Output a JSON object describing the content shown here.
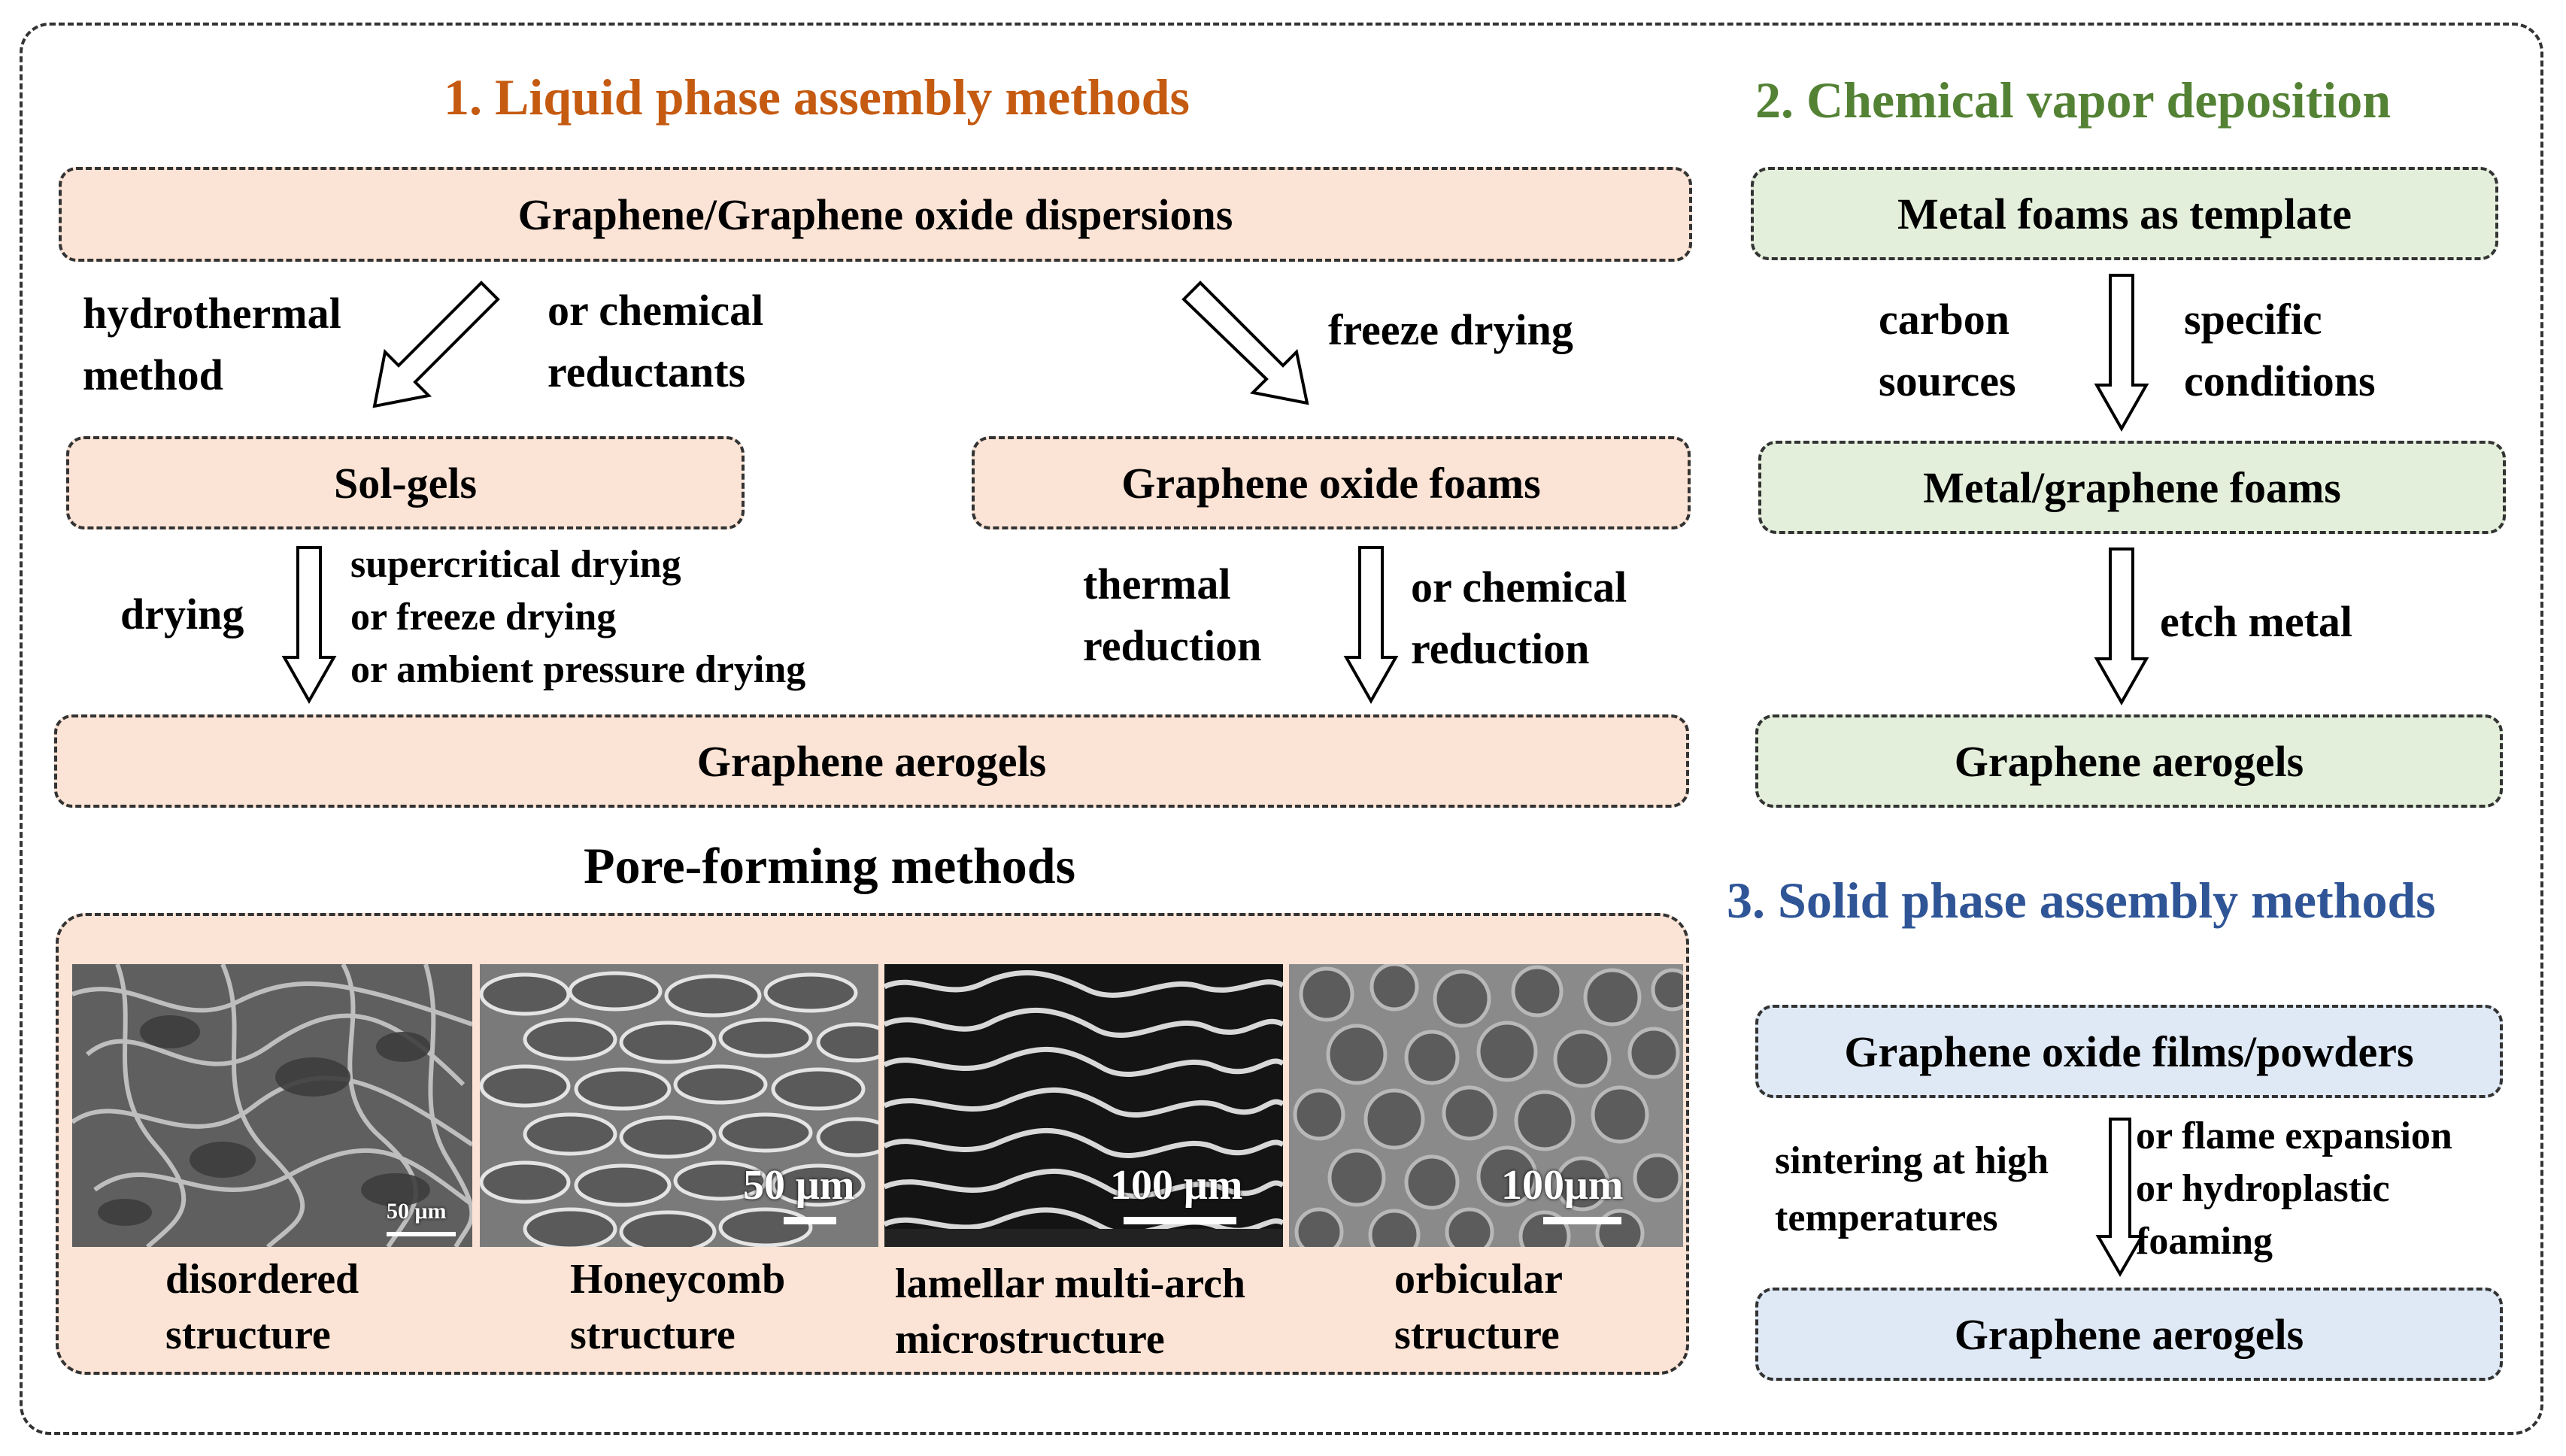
{
  "colors": {
    "liquid_title": "#c55a11",
    "cvd_title": "#548235",
    "solid_title": "#2f5597",
    "peach_fill": "#fbe3d5",
    "green_fill": "#e3efdb",
    "blue_fill": "#dfe9f5"
  },
  "liquid": {
    "title": "1. Liquid phase assembly methods",
    "dispersions": "Graphene/Graphene oxide dispersions",
    "left_arrow_label": [
      "hydrothermal",
      "method"
    ],
    "left_arrow_label_right": [
      "or chemical",
      "reductants"
    ],
    "right_arrow_label": "freeze drying",
    "solgels": "Sol-gels",
    "go_foams": "Graphene oxide foams",
    "drying_label": "drying",
    "drying_methods": [
      "supercritical drying",
      "or freeze drying",
      "or ambient pressure drying"
    ],
    "thermal_label": [
      "thermal",
      "reduction"
    ],
    "chemical_label": [
      "or chemical",
      "reduction"
    ],
    "aerogels": "Graphene aerogels"
  },
  "pore": {
    "title": "Pore-forming methods",
    "images": [
      {
        "caption": [
          "disordered",
          "structure"
        ],
        "scale": "50 μm",
        "icon": "sem-disordered-image"
      },
      {
        "caption": [
          "Honeycomb",
          "structure"
        ],
        "scale": "50 μm",
        "icon": "sem-honeycomb-image"
      },
      {
        "caption": [
          "lamellar multi-arch",
          "microstructure"
        ],
        "scale": "100 μm",
        "icon": "sem-lamellar-image"
      },
      {
        "caption": [
          "orbicular",
          "structure"
        ],
        "scale": "100μm",
        "icon": "sem-orbicular-image"
      }
    ]
  },
  "cvd": {
    "title": "2. Chemical vapor deposition",
    "template": "Metal foams as template",
    "left_label": [
      "carbon",
      "sources"
    ],
    "right_label": [
      "specific",
      "conditions"
    ],
    "metal_foams": "Metal/graphene foams",
    "etch_label": "etch metal",
    "aerogels": "Graphene aerogels"
  },
  "solid": {
    "title": "3. Solid phase assembly methods",
    "films": "Graphene oxide films/powders",
    "left_label": [
      "sintering at high",
      "temperatures"
    ],
    "right_label": [
      "or flame expansion",
      "or hydroplastic",
      "foaming"
    ],
    "aerogels": "Graphene aerogels"
  }
}
